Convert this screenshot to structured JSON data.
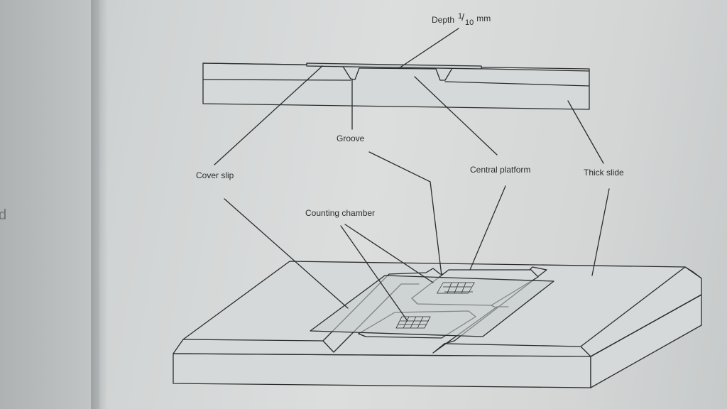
{
  "labels": {
    "depth_prefix": "Depth",
    "depth_num": "1",
    "depth_den": "10",
    "depth_unit": "mm",
    "groove": "Groove",
    "cover_slip": "Cover slip",
    "central_platform": "Central platform",
    "thick_slide": "Thick slide",
    "counting_chamber": "Counting chamber"
  },
  "margin_glyph": "d"
}
